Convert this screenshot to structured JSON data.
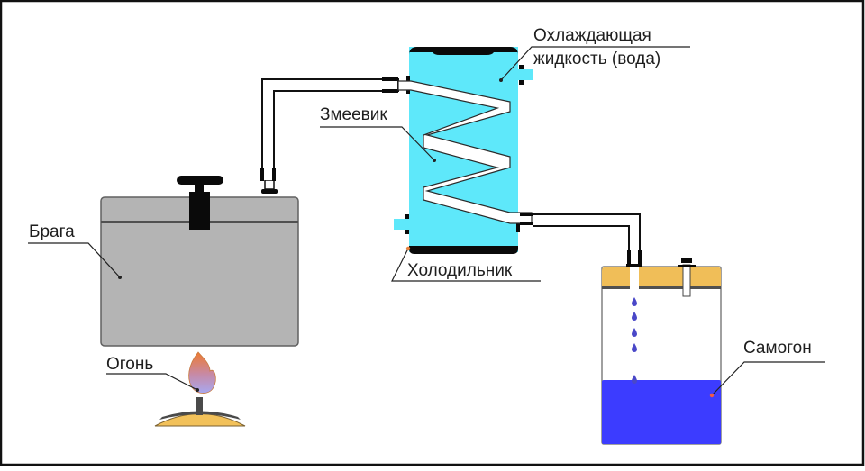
{
  "diagram": {
    "title": "Схема самогонного аппарата",
    "labels": {
      "braga": "Брага",
      "fire": "Огонь",
      "coil": "Змеевик",
      "coolant_line1": "Охлаждающая",
      "coolant_line2": "жидкость (вода)",
      "condenser": "Холодильник",
      "samogon": "Самогон"
    },
    "colors": {
      "tank": "#b4b4b4",
      "tank_band": "#505050",
      "condenser_body": "#5ee8fa",
      "condenser_caps": "#0a0a0a",
      "coil": "#ffffff",
      "burner": "#f2c15a",
      "burner_stripe": "#4a4a4a",
      "flame_top": "#ee7a30",
      "flame_bottom": "#a8a8f0",
      "lid": "#f0be58",
      "liquid": "#3c3cff",
      "drop": "#4a48c8",
      "outline": "#111111",
      "label_dot_condenser": "#e6803a",
      "label_dot_samogon": "#ee5a4a"
    },
    "drops_count": 5
  }
}
